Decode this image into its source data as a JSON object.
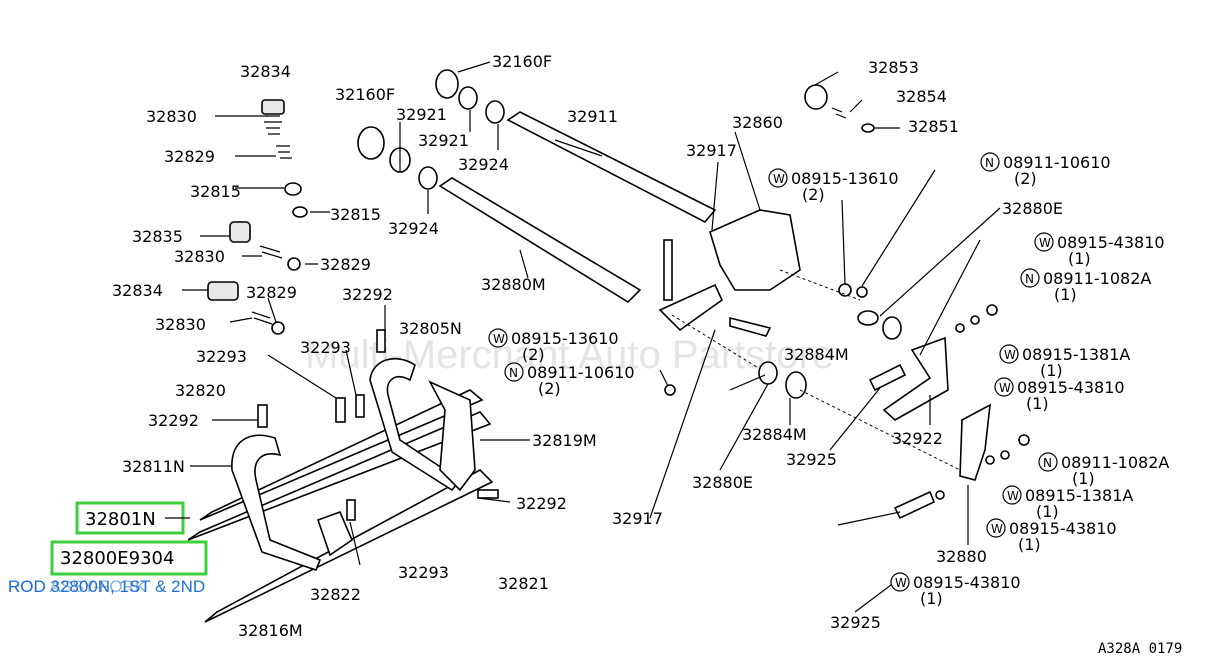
{
  "labels": {
    "p32834a": "32834",
    "p32830a": "32830",
    "p32829a": "32829",
    "p32815a": "32815",
    "p32815b": "32815",
    "p32835": "32835",
    "p32830b": "32830",
    "p32829b": "32829",
    "p32834b": "32834",
    "p32829c": "32829",
    "p32830c": "32830",
    "p32160fa": "32160F",
    "p32160fb": "32160F",
    "p32921a": "32921",
    "p32921b": "32921",
    "p32924a": "32924",
    "p32924b": "32924",
    "p32911": "32911",
    "p32917a": "32917",
    "p32860": "32860",
    "p32853": "32853",
    "p32854": "32854",
    "p32851": "32851",
    "p32880m": "32880M",
    "p32292a": "32292",
    "p32805n": "32805N",
    "p32293a": "32293",
    "p32293b": "32293",
    "p32820": "32820",
    "p32292b": "32292",
    "p32811n": "32811N",
    "p32819m": "32819M",
    "p32292c": "32292",
    "p32293c": "32293",
    "p32822": "32822",
    "p32821": "32821",
    "p32816m": "32816M",
    "p32884ma": "32884M",
    "p32884mb": "32884M",
    "p32880ea": "32880E",
    "p32880eb": "32880E",
    "p32917b": "32917",
    "p32925a": "32925",
    "p32925b": "32925",
    "p32922": "32922",
    "p32880": "32880",
    "w1": "08915-13610",
    "w1q": "(2)",
    "n1": "08911-10610",
    "n1q": "(2)",
    "w2": "08915-43810",
    "w2q": "(1)",
    "n2": "08911-1082A",
    "n2q": "(1)",
    "w3": "08915-13610",
    "w3q": "(2)",
    "n3": "08911-10610",
    "n3q": "(2)",
    "w4": "08915-1381A",
    "w4q": "(1)",
    "w5": "08915-43810",
    "w5q": "(1)",
    "n4": "08911-1082A",
    "n4q": "(1)",
    "w6": "08915-1381A",
    "w6q": "(1)",
    "w7": "08915-43810",
    "w7q": "(1)",
    "w8": "08915-43810",
    "w8q": "(1)"
  },
  "badges": {
    "w": "W",
    "n": "N"
  },
  "highlights": {
    "h1": "32801N",
    "h2": "32800E9304"
  },
  "caption": "ROD 32800N, 1ST & 2ND",
  "caption_overlay": "ROD ASSY-FORK",
  "watermark": "Multi-Merchant Auto Partstore",
  "reference": "A328A 0179",
  "colors": {
    "highlight": "#3ccf3c",
    "caption": "#1f6fd6"
  }
}
